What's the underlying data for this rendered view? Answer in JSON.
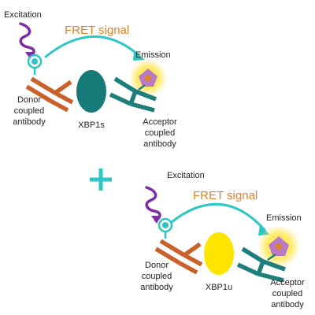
{
  "colors": {
    "excitation": "#7B2FA3",
    "fret_text": "#E0822C",
    "arrow": "#2EC6C4",
    "donor_antibody": "#C8612A",
    "acceptor_antibody": "#1D7E7B",
    "xbp1s": "#167A78",
    "xbp1u": "#FFE400",
    "emission_glow": "#FFE85A",
    "emission_core": "#B97BC4",
    "donor_label": "#2EC6C4",
    "plus": "#2EC6C4"
  },
  "panels": [
    {
      "excitation_label": "Excitation",
      "fret_label": "FRET signal",
      "emission_label": "Emission",
      "donor_label": "Donor\ncoupled\nantibody",
      "protein_label": "XBP1s",
      "acceptor_label": "Acceptor\ncoupled\nantibody"
    },
    {
      "excitation_label": "Excitation",
      "fret_label": "FRET signal",
      "emission_label": "Emission",
      "donor_label": "Donor\ncoupled\nantibody",
      "protein_label": "XBP1u",
      "acceptor_label": "Acceptor\ncoupled\nantibody"
    }
  ],
  "plus_symbol": "+"
}
